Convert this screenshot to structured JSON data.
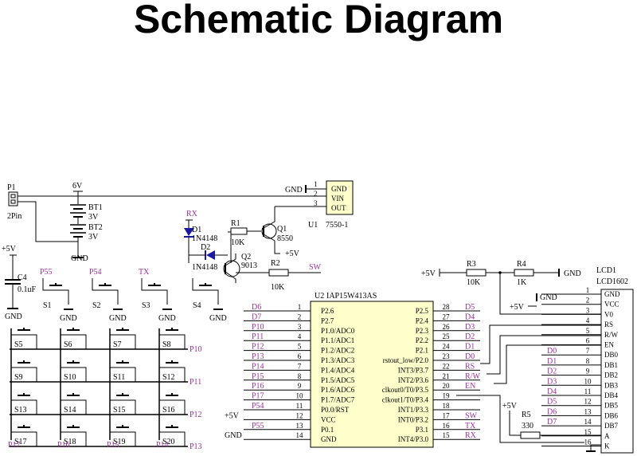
{
  "title": "Schematic Diagram",
  "colors": {
    "net_label": "#993399",
    "module_fill": "#ffffcc",
    "wire": "#000000",
    "diode": "#1a1aa0"
  },
  "p1": {
    "ref": "P1",
    "value": "2Pin"
  },
  "power": {
    "six_v": "6V",
    "plus5": "+5V",
    "gnd": "GND"
  },
  "batteries": [
    {
      "ref": "BT1",
      "value": "3V"
    },
    {
      "ref": "BT2",
      "value": "3V"
    }
  ],
  "u1": {
    "ref": "U1",
    "part": "7550-1",
    "pins": [
      {
        "num": "1",
        "name": "GND"
      },
      {
        "num": "2",
        "name": "VIN"
      },
      {
        "num": "3",
        "name": "OUT"
      }
    ]
  },
  "c4": {
    "ref": "C4",
    "value": "0.1uF"
  },
  "rx_label": "RX",
  "d1": {
    "ref": "D1",
    "part": "1N4148"
  },
  "d2": {
    "ref": "D2",
    "part": "1N4148"
  },
  "r1": {
    "ref": "R1",
    "value": "10K"
  },
  "r2": {
    "ref": "R2",
    "value": "10K"
  },
  "q1": {
    "ref": "Q1",
    "part": "8550"
  },
  "q2": {
    "ref": "Q2",
    "part": "9013"
  },
  "sw_label": "SW",
  "buttons": [
    {
      "ref": "S1",
      "net": "P55"
    },
    {
      "ref": "S2",
      "net": "P54"
    },
    {
      "ref": "S3",
      "net": "TX"
    },
    {
      "ref": "S4",
      "net": ""
    }
  ],
  "matrix": {
    "rows": [
      {
        "net": "P10",
        "keys": [
          "S5",
          "S6",
          "S7",
          "S8"
        ]
      },
      {
        "net": "P11",
        "keys": [
          "S9",
          "S10",
          "S11",
          "S12"
        ]
      },
      {
        "net": "P12",
        "keys": [
          "S13",
          "S14",
          "S15",
          "S16"
        ]
      },
      {
        "net": "P13",
        "keys": [
          "S17",
          "S18",
          "S19",
          "S20"
        ]
      }
    ],
    "columns": [
      "P17",
      "P16",
      "P15",
      "P14"
    ]
  },
  "u2": {
    "ref": "U2",
    "part": "IAP15W413AS",
    "left_pins": [
      {
        "net": "D6",
        "num": "1",
        "name": "P2.6"
      },
      {
        "net": "D7",
        "num": "2",
        "name": "P2.7"
      },
      {
        "net": "P10",
        "num": "3",
        "name": "P1.0/ADC0"
      },
      {
        "net": "P11",
        "num": "4",
        "name": "P1.1/ADC1"
      },
      {
        "net": "P12",
        "num": "5",
        "name": "P1.2/ADC2"
      },
      {
        "net": "P13",
        "num": "6",
        "name": "P1.3/ADC3"
      },
      {
        "net": "P14",
        "num": "7",
        "name": "P1.4/ADC4"
      },
      {
        "net": "P15",
        "num": "8",
        "name": "P1.5/ADC5"
      },
      {
        "net": "P16",
        "num": "9",
        "name": "P1.6/ADC6"
      },
      {
        "net": "P17",
        "num": "10",
        "name": "P1.7/ADC7"
      },
      {
        "net": "P54",
        "num": "11",
        "name": "P0.0/RST"
      },
      {
        "net": "+5V",
        "num": "12",
        "name": "VCC"
      },
      {
        "net": "P55",
        "num": "13",
        "name": "P0.1"
      },
      {
        "net": "GND",
        "num": "14",
        "name": "GND"
      }
    ],
    "right_pins": [
      {
        "num": "28",
        "name": "P2.5",
        "net": "D5"
      },
      {
        "num": "27",
        "name": "P2.4",
        "net": "D4"
      },
      {
        "num": "26",
        "name": "P2.3",
        "net": "D3"
      },
      {
        "num": "25",
        "name": "P2.2",
        "net": "D2"
      },
      {
        "num": "24",
        "name": "P2.1",
        "net": "D1"
      },
      {
        "num": "23",
        "name": "rstout_low/P2.0",
        "net": "D0"
      },
      {
        "num": "22",
        "name": "INT3/P3.7",
        "net": "RS"
      },
      {
        "num": "21",
        "name": "INT2/P3.6",
        "net": "R/W"
      },
      {
        "num": "20",
        "name": "clkout0/T0/P3.5",
        "net": "EN"
      },
      {
        "num": "19",
        "name": "clkout1/T0/P3.4",
        "net": ""
      },
      {
        "num": "18",
        "name": "INT1/P3.3",
        "net": ""
      },
      {
        "num": "17",
        "name": "INT0/P3.2",
        "net": "SW"
      },
      {
        "num": "16",
        "name": "P3.1",
        "net": "TX"
      },
      {
        "num": "15",
        "name": "INT4/P3.0",
        "net": "RX"
      }
    ]
  },
  "r3": {
    "ref": "R3",
    "value": "10K"
  },
  "r4": {
    "ref": "R4",
    "value": "1K"
  },
  "r5": {
    "ref": "R5",
    "value": "330"
  },
  "lcd": {
    "ref": "LCD1",
    "part": "LCD1602",
    "pins": [
      {
        "num": "1",
        "name": "GND",
        "net": "GND"
      },
      {
        "num": "2",
        "name": "VCC",
        "net": "+5V"
      },
      {
        "num": "3",
        "name": "V0",
        "net": ""
      },
      {
        "num": "4",
        "name": "RS",
        "net": ""
      },
      {
        "num": "5",
        "name": "R/W",
        "net": ""
      },
      {
        "num": "6",
        "name": "EN",
        "net": ""
      },
      {
        "num": "7",
        "name": "DB0",
        "net": "D0"
      },
      {
        "num": "8",
        "name": "DB1",
        "net": "D1"
      },
      {
        "num": "9",
        "name": "DB2",
        "net": "D2"
      },
      {
        "num": "10",
        "name": "DB3",
        "net": "D3"
      },
      {
        "num": "11",
        "name": "DB4",
        "net": "D4"
      },
      {
        "num": "12",
        "name": "DB5",
        "net": "D5"
      },
      {
        "num": "13",
        "name": "DB6",
        "net": "D6"
      },
      {
        "num": "14",
        "name": "DB7",
        "net": "D7"
      },
      {
        "num": "15",
        "name": "A",
        "net": ""
      },
      {
        "num": "16",
        "name": "K",
        "net": ""
      }
    ]
  }
}
